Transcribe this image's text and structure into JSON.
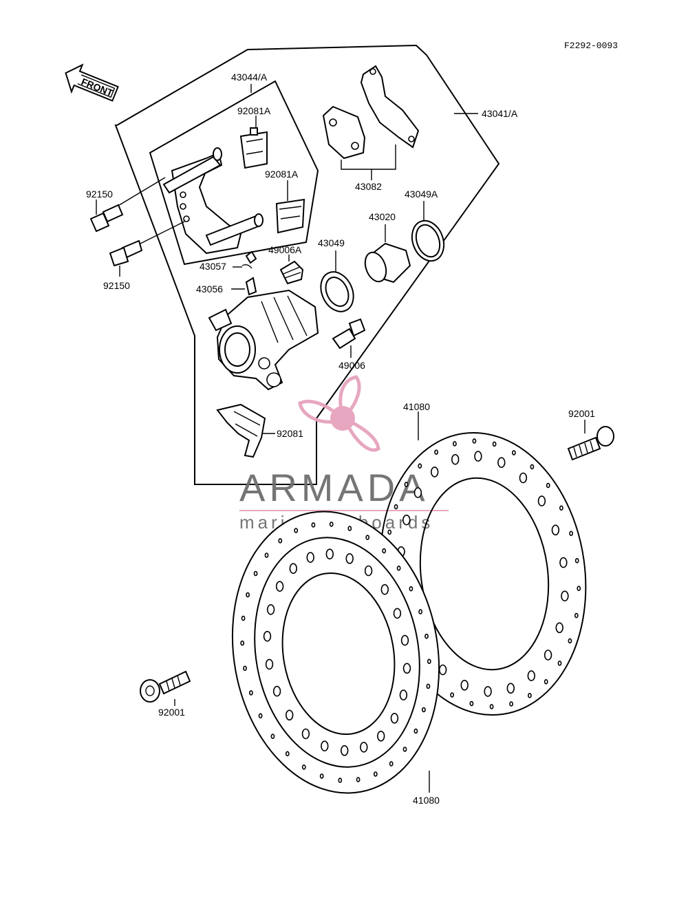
{
  "figure_code": "F2292-0093",
  "front_arrow": "FRONT",
  "labels": {
    "l43044A": "43044/A",
    "l92081A_1": "92081A",
    "l92081A_2": "92081A",
    "l43041A": "43041/A",
    "l43082": "43082",
    "l43049A": "43049A",
    "l43020": "43020",
    "l43049": "43049",
    "l49006A": "49006A",
    "l43057": "43057",
    "l43056": "43056",
    "l92150_1": "92150",
    "l92150_2": "92150",
    "l49006": "49006",
    "l92081": "92081",
    "l41080_1": "41080",
    "l41080_2": "41080",
    "l92001_1": "92001",
    "l92001_2": "92001"
  },
  "watermark": {
    "brand": "ARMADA",
    "tagline": "marine outboards",
    "accent_color": "#e6a3bd",
    "text_color": "#6e6e6e"
  }
}
